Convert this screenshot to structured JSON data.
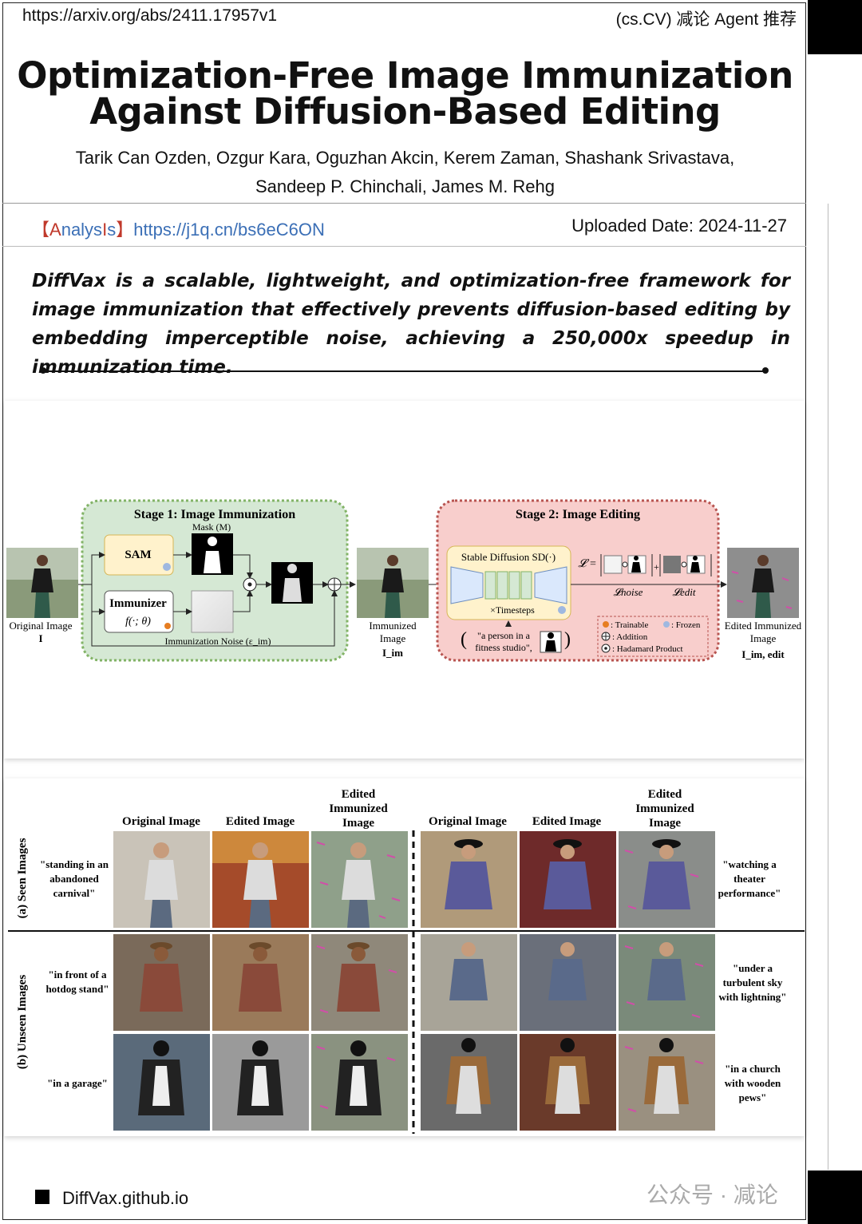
{
  "header": {
    "url": "https://arxiv.org/abs/2411.17957v1",
    "category": "(cs.CV) 减论 Agent 推荐"
  },
  "paper": {
    "title_line1": "Optimization-Free Image Immunization",
    "title_line2": "Against Diffusion-Based Editing",
    "authors_line1": "Tarik Can Ozden, Ozgur Kara, Oguzhan Akcin, Kerem Zaman, Shashank Srivastava,",
    "authors_line2": "Sandeep P. Chinchali, James M. Rehg",
    "analysis_bracket_open": "【",
    "analysis_a": "A",
    "analysis_mid": "nalys",
    "analysis_I": "I",
    "analysis_s": "s",
    "analysis_bracket_close": "】",
    "analysis_url": "https://j1q.cn/bs6eC6ON",
    "uploaded": "Uploaded Date: 2024-11-27",
    "summary": "DiffVax is a scalable, lightweight, and optimization-free framework for image immunization that effectively prevents diffusion-based editing by embedding imperceptible noise, achieving a 250,000x speedup in immunization time."
  },
  "figure1": {
    "stage1_title": "Stage 1: Image Immunization",
    "mask_label": "Mask (M)",
    "sam_label": "SAM",
    "immunizer_label": "Immunizer",
    "immunizer_fn": "f(·; θ)",
    "noise_label": "Immunization Noise (ε_im)",
    "original_label": "Original Image",
    "original_symbol": "I",
    "immunized_label1": "Immunized",
    "immunized_label2": "Image",
    "immunized_symbol": "I_im",
    "stage2_title": "Stage 2: Image Editing",
    "sd_label": "Stable Diffusion SD(·)",
    "timesteps_label": "×Timesteps",
    "prompt_line1": "\"a person in a",
    "prompt_line2": "fitness studio\",",
    "loss_eq": "𝓛 =",
    "loss_noise": "𝓛noise",
    "loss_edit": "𝓛edit",
    "legend_trainable": ": Trainable",
    "legend_frozen": ": Frozen",
    "legend_addition": ": Addition",
    "legend_hadamard": ": Hadamard Product",
    "edited_label1": "Edited Immunized",
    "edited_label2": "Image",
    "edited_symbol": "I_im, edit"
  },
  "figure2": {
    "col_original": "Original Image",
    "col_edited": "Edited Image",
    "col_edited_imm_1": "Edited",
    "col_edited_imm_2": "Immunized",
    "col_edited_imm_3": "Image",
    "row_seen": "(a) Seen Images",
    "row_unseen": "(b) Unseen Images",
    "prompt_carnival": [
      "\"standing in an",
      "abandoned",
      "carnival\""
    ],
    "prompt_theater": [
      "\"watching a",
      "theater",
      "performance\""
    ],
    "prompt_hotdog": [
      "\"in front of a",
      "hotdog stand\""
    ],
    "prompt_sky": [
      "\"under a",
      "turbulent sky",
      "with lightning\""
    ],
    "prompt_garage": [
      "\"in a garage\""
    ],
    "prompt_church": [
      "\"in a church",
      "with wooden",
      "pews\""
    ]
  },
  "footer": {
    "site": "DiffVax.github.io",
    "watermark": "公众号 · 减论"
  },
  "colors": {
    "stage1_fill": "#d5e8d4",
    "stage1_border": "#82b366",
    "stage2_fill": "#f8cecc",
    "stage2_border": "#b85450",
    "sam_fill": "#fff2cc",
    "link_blue": "#3b6fb6",
    "accent_red": "#c0392b"
  }
}
